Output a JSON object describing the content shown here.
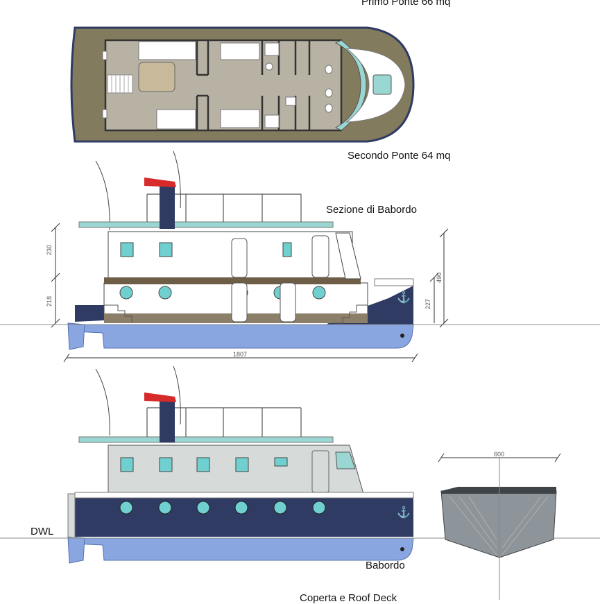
{
  "labels": {
    "primo_ponte": "Primo Ponte  66 mq",
    "secondo_ponte": "Secondo Ponte  64 mq",
    "sezione_babordo": "Sezione di Babordo",
    "babordo": "Babordo",
    "dwl": "DWL",
    "coperta": "Coperta e Roof Deck"
  },
  "dimensions": {
    "upper_height": "230",
    "lower_height": "218",
    "total_height": "490",
    "draft_height": "227",
    "length": "1807",
    "beam": "600"
  },
  "colors": {
    "hull_blue": "#2f3b63",
    "underwater": "#8aa6e0",
    "deck_olive": "#837b5e",
    "floor_gray": "#b8b2a4",
    "cabin_gray": "#d6dad9",
    "brown_floor": "#6e5e48",
    "porthole": "#6fd0cf",
    "funnel_red": "#d72a2a",
    "glass": "#9ad6d2"
  }
}
